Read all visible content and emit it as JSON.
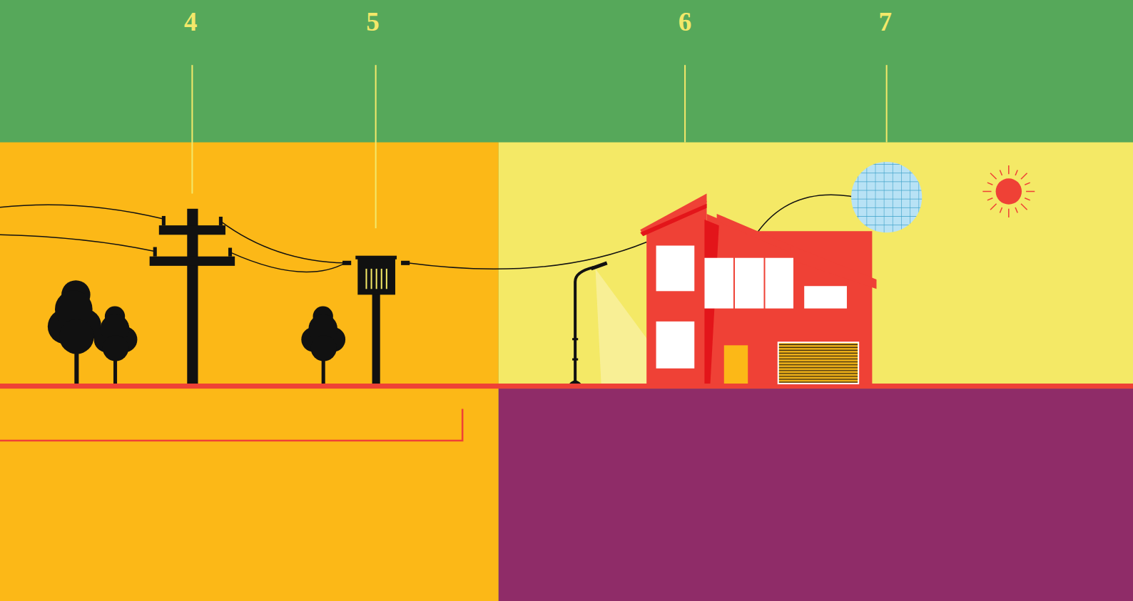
{
  "diagram": {
    "labels": [
      "4",
      "5",
      "6",
      "7"
    ]
  }
}
